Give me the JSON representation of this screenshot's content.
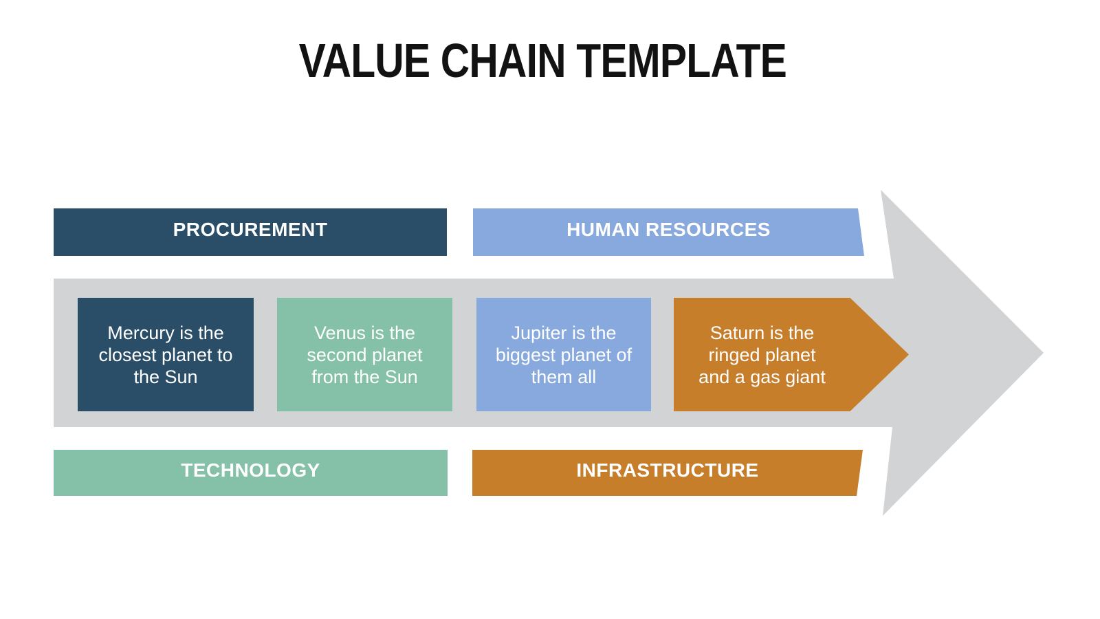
{
  "title": "VALUE CHAIN TEMPLATE",
  "colors": {
    "navy": "#2A4D68",
    "light_blue": "#88A9DD",
    "green": "#84C1A8",
    "orange": "#C67E2A",
    "arrow_gray": "#D2D3D5",
    "text_on_fill": "#FFFFFF",
    "title_text": "#121212",
    "background": "#FFFFFF"
  },
  "arrow": {
    "direction": "right",
    "color": "#D2D3D5"
  },
  "support_activities": [
    {
      "label": "PROCUREMENT",
      "color": "#2A4D68",
      "position": "top-left"
    },
    {
      "label": "HUMAN RESOURCES",
      "color": "#88A9DD",
      "position": "top-right"
    },
    {
      "label": "TECHNOLOGY",
      "color": "#84C1A8",
      "position": "bottom-left"
    },
    {
      "label": "INFRASTRUCTURE",
      "color": "#C67E2A",
      "position": "bottom-right"
    }
  ],
  "chain_steps": [
    {
      "color": "#2A4D68",
      "shape": "rectangle",
      "lines": [
        "Mercury is the",
        "closest planet to",
        "the Sun"
      ]
    },
    {
      "color": "#84C1A8",
      "shape": "rectangle",
      "lines": [
        "Venus is the",
        "second planet",
        "from the Sun"
      ]
    },
    {
      "color": "#88A9DD",
      "shape": "rectangle",
      "lines": [
        "Jupiter is the",
        "biggest planet of",
        "them all"
      ]
    },
    {
      "color": "#C67E2A",
      "shape": "chevron",
      "lines": [
        "Saturn is the",
        "ringed planet",
        "and a gas giant"
      ]
    }
  ]
}
